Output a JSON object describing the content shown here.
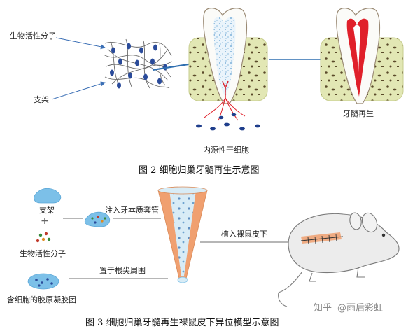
{
  "fig2": {
    "label_bioactive": "生物活性分子",
    "label_scaffold": "支架",
    "label_regenerated_pulp": "牙髓再生",
    "label_endogenous_stem_cells": "内源性干细胞",
    "caption": "图 2    细胞归巢牙髓再生示意图"
  },
  "fig3": {
    "label_scaffold": "支架",
    "plus_sign": "+",
    "label_bioactive": "生物活性分子",
    "label_cell_gel": "含细胞的胶原凝胶团",
    "label_inject": "注入牙本质套管",
    "label_place_apex": "置于根尖周围",
    "label_implant": "植入裸鼠皮下",
    "caption": "图 3    细胞归巢牙髓再生裸鼠皮下异位模型示意图"
  },
  "watermark": {
    "platform": "知乎",
    "author": "@雨后彩虹"
  },
  "colors": {
    "bone": "#e2e7b4",
    "bone_spot": "#5a4a2a",
    "cell_blue": "#2a4b9a",
    "dentin_orange": "#f0a070",
    "pulp_red": "#e0202a",
    "arrow_blue": "#2f6fb0"
  }
}
